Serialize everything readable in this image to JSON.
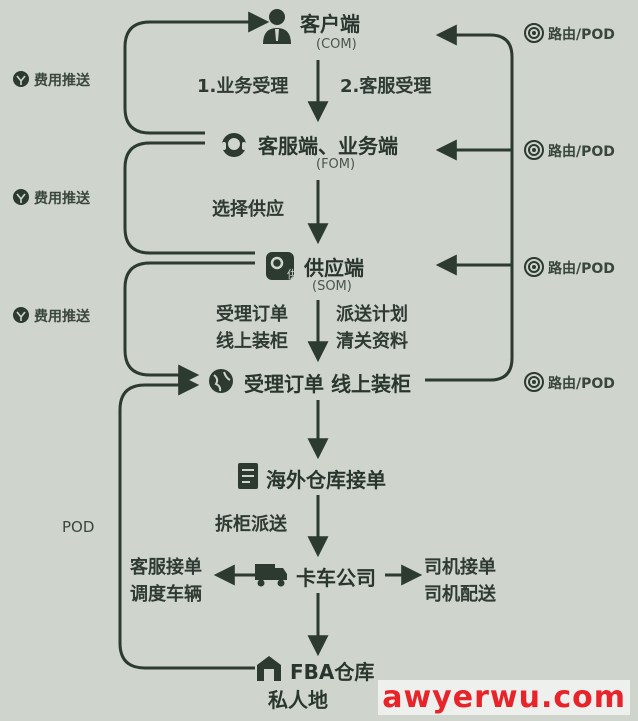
{
  "nodes": {
    "customer": {
      "label": "客户端",
      "code": "(COM)"
    },
    "service": {
      "label": "客服端、业务端",
      "code": "(FOM)"
    },
    "supplier": {
      "label": "供应端",
      "code": "(SOM)"
    },
    "accept": {
      "label": "受理订单 线上装柜"
    },
    "overseas": {
      "label": "海外仓库接单"
    },
    "truck": {
      "label": "卡车公司"
    },
    "fba": {
      "label": "FBA仓库",
      "sub": "私人地"
    }
  },
  "steps": {
    "business": "1.业务受理",
    "service": "2.客服受理",
    "choose": "选择供应",
    "order_line1": "受理订单",
    "order_line2": "线上装柜",
    "plan_line1": "派送计划",
    "plan_line2": "清关资料",
    "split": "拆柜派送",
    "left_line1": "客服接单",
    "left_line2": "调度车辆",
    "right_line1": "司机接单",
    "right_line2": "司机配送"
  },
  "side": {
    "fee": "费用推送",
    "route": "路由/POD",
    "pod": "POD"
  },
  "icons": {
    "customer": "person-icon",
    "service": "headset-icon",
    "supplier": "gear-box-icon",
    "accept": "globe-icon",
    "overseas": "document-icon",
    "truck": "truck-icon",
    "fba": "warehouse-icon",
    "fee": "coin-icon",
    "route": "signal-icon"
  },
  "watermark": "awyerwu.com",
  "colors": {
    "line": "#2c3a30",
    "bg": "#cfd4cd",
    "watermark": "#e8232a"
  }
}
